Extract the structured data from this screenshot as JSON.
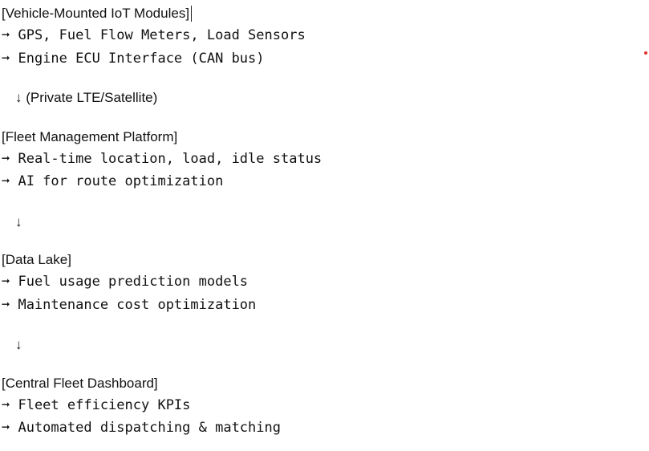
{
  "sections": [
    {
      "title": "[Vehicle-Mounted IoT Modules]",
      "items": [
        "➞ GPS, Fuel Flow Meters, Load Sensors",
        "➞ Engine ECU Interface (CAN bus)"
      ]
    },
    {
      "title": "[Fleet Management Platform]",
      "items": [
        "➞ Real-time location, load, idle status",
        "➞ AI for route optimization"
      ]
    },
    {
      "title": "[Data Lake]",
      "items": [
        "➞ Fuel usage prediction models",
        "➞ Maintenance cost optimization"
      ]
    },
    {
      "title": "[Central Fleet Dashboard]",
      "items": [
        "➞ Fleet efficiency KPIs",
        "➞ Automated dispatching & matching"
      ]
    }
  ],
  "connectors": [
    "↓ (Private LTE/Satellite)",
    "↓",
    "↓"
  ]
}
